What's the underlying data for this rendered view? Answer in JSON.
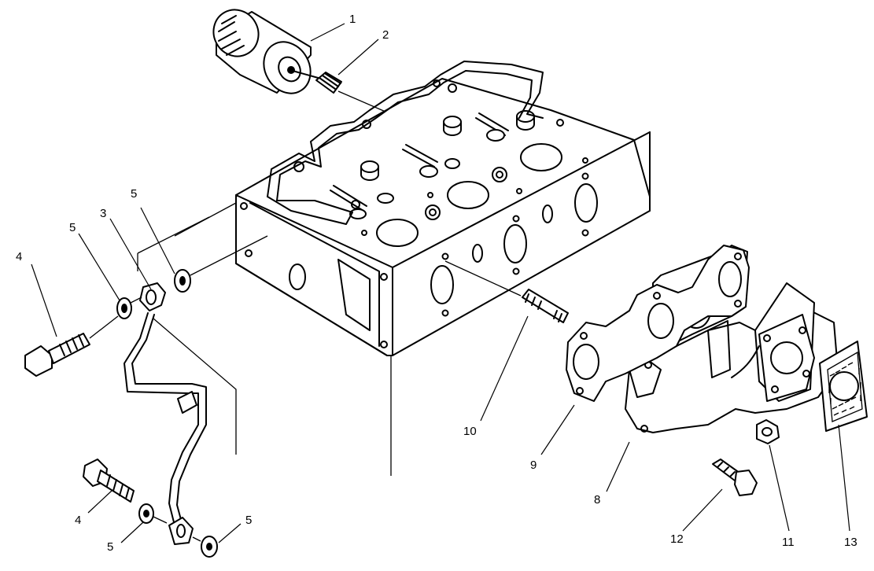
{
  "labels": {
    "l1": "1",
    "l2": "2",
    "l3": "3",
    "l4a": "4",
    "l4b": "4",
    "l5a": "5",
    "l5b": "5",
    "l5c": "5",
    "l5d": "5",
    "l8": "8",
    "l9": "9",
    "l10": "10",
    "l11": "11",
    "l12": "12",
    "l13": "13"
  }
}
